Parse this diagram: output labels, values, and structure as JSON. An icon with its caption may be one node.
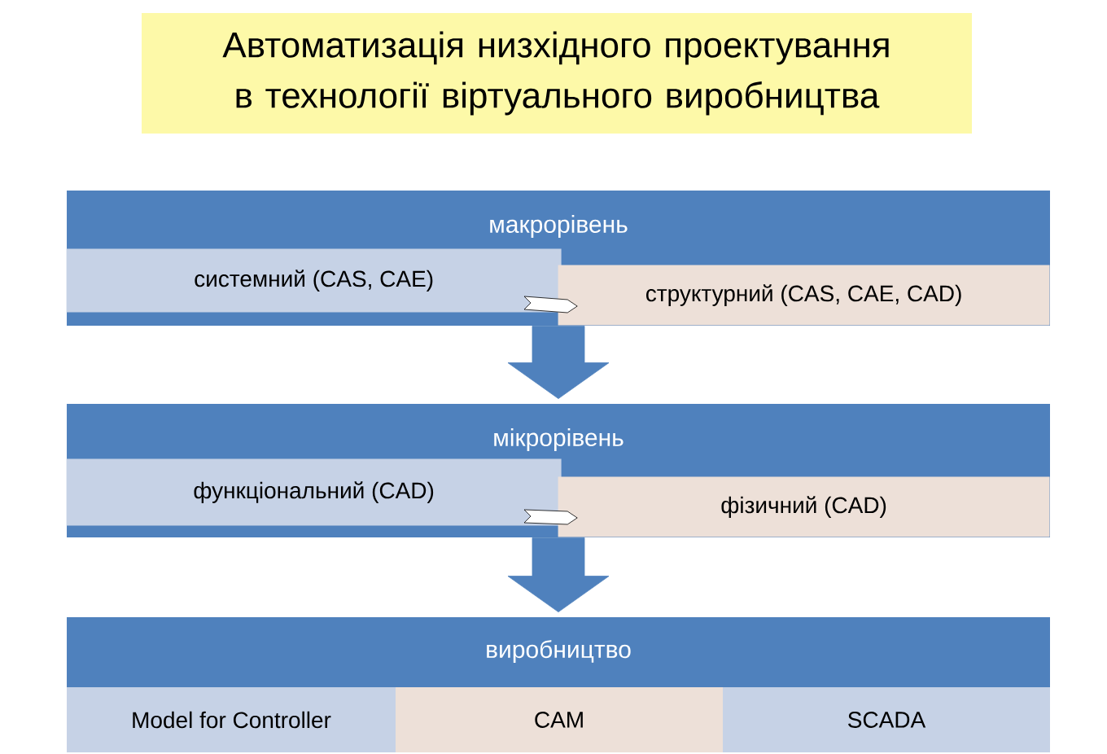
{
  "diagram": {
    "title": "Автоматизація низхідного проектування в технології віртуального виробництва",
    "nodes": [
      {
        "text": [
          "макрорівень"
        ]
      },
      {
        "text": [
          "системний (CAS, CAE)"
        ],
        "in": 0
      },
      {
        "text": [
          "структурний (CAS, CAE, CAD)"
        ],
        "in": 0
      },
      {
        "text": [
          "мікрорівень"
        ]
      },
      {
        "text": [
          "функціональний (CAD)"
        ],
        "in": 3
      },
      {
        "text": [
          "фізичний (CAD)"
        ],
        "in": 3
      },
      {
        "text": [
          "виробництво"
        ]
      },
      {
        "text": [
          "Model for Controller"
        ]
      },
      {
        "text": [
          "CAM"
        ]
      },
      {
        "text": [
          "SCADA"
        ]
      }
    ],
    "edges": [
      {
        "from": 1,
        "to": 2,
        "arrow": "to"
      },
      {
        "from": 0,
        "to": 3,
        "arrow": "to",
        "style": "thick"
      },
      {
        "from": 4,
        "to": 5,
        "arrow": "to"
      },
      {
        "from": 3,
        "to": 6,
        "arrow": "to",
        "style": "thick"
      }
    ]
  }
}
